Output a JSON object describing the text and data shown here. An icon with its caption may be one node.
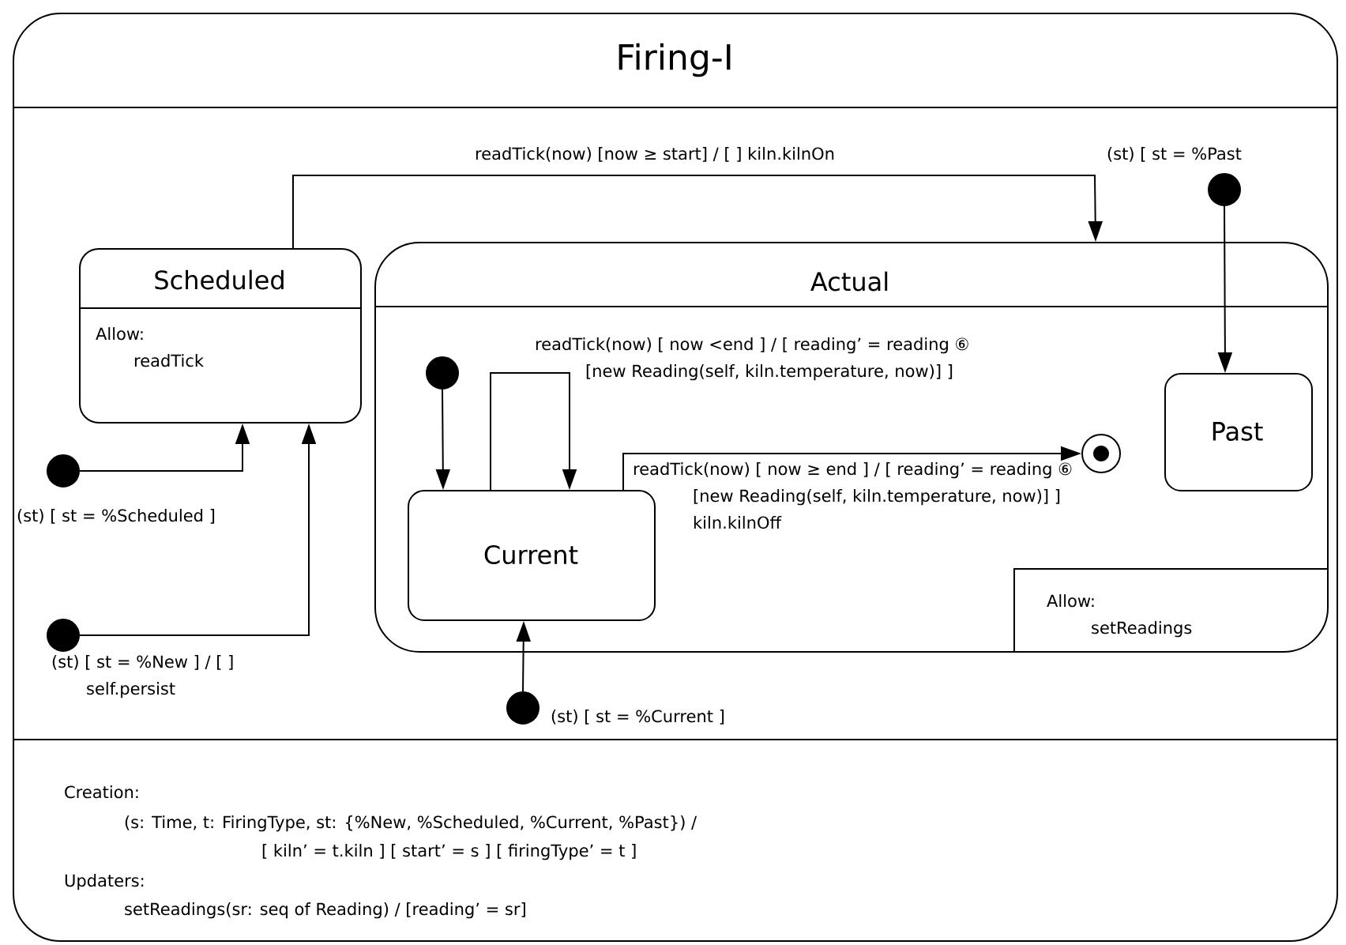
{
  "diagram": {
    "nodes": [
      {
        "text": [
          "Firing-I"
        ]
      },
      {
        "text": [
          "Scheduled",
          "Allow:",
          "readTick"
        ],
        "in": 0
      },
      {
        "text": [
          "Actual",
          "Allow:",
          "setReadings"
        ],
        "in": 0
      },
      {
        "text": [],
        "shape": "dot",
        "in": 2
      },
      {
        "text": [
          "Current"
        ],
        "in": 2
      },
      {
        "text": [],
        "shape": "bullseye",
        "in": 2
      },
      {
        "text": [
          "Past"
        ],
        "in": 2
      },
      {
        "text": [],
        "shape": "dot",
        "in": 0
      },
      {
        "text": [],
        "shape": "dot",
        "in": 0
      },
      {
        "text": [],
        "shape": "dot",
        "in": 0
      },
      {
        "text": [],
        "shape": "dot",
        "in": 0
      }
    ],
    "edges": [
      {
        "from": 1,
        "to": 2,
        "arrow": "to",
        "label": "readTick(now) [now ≥ start] / [ ] kiln.kilnOn"
      },
      {
        "from": 7,
        "to": 6,
        "arrow": "to",
        "label": "(st) [ st = %Past"
      },
      {
        "from": 3,
        "to": 4,
        "arrow": "to"
      },
      {
        "from": 4,
        "to": 4,
        "arrow": "to",
        "label": "readTick(now) [ now <end ] / [ reading’ = reading ⑥ [new Reading(self, kiln.temperature, now)] ]"
      },
      {
        "from": 4,
        "to": 5,
        "arrow": "to",
        "label": "readTick(now) [ now ≥ end ] / [ reading’ = reading ⑥ [new Reading(self, kiln.temperature, now)] ] kiln.kilnOff"
      },
      {
        "from": 8,
        "to": 1,
        "arrow": "to",
        "label": "(st) [ st = %Scheduled ]"
      },
      {
        "from": 9,
        "to": 1,
        "arrow": "to",
        "label": "(st) [ st = %New ] / [ ] self.persist"
      },
      {
        "from": 10,
        "to": 4,
        "arrow": "to",
        "label": "(st) [ st = %Current ]"
      }
    ],
    "labels": [
      "Creation:",
      "(s: Time, t: FiringType, st: {%New, %Scheduled, %Current, %Past}) /",
      "[ kiln’ = t.kiln ] [ start’ = s ] [ firingType’ = t ]",
      "Updaters:",
      "setReadings(sr: seq of Reading) / [reading’ = sr]"
    ]
  }
}
